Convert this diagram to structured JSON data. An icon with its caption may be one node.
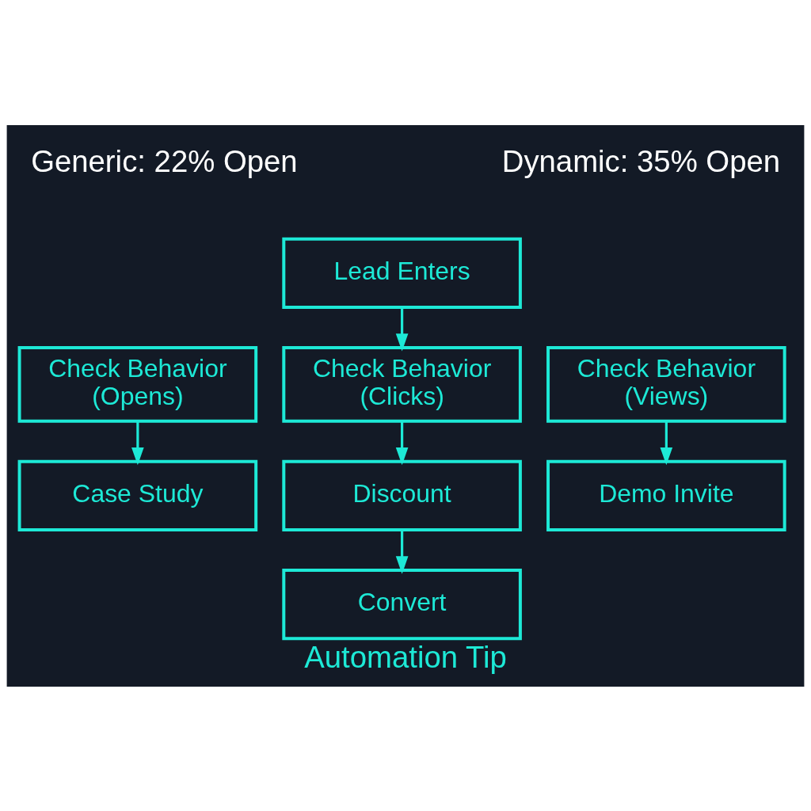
{
  "diagram": {
    "caption": "Automation Tip",
    "nodes": [
      {
        "text": [
          "Lead Enters"
        ]
      },
      {
        "text": [
          "Check Behavior (Opens)"
        ]
      },
      {
        "text": [
          "Check Behavior (Clicks)"
        ]
      },
      {
        "text": [
          "Check Behavior (Views)"
        ]
      },
      {
        "text": [
          "Case Study"
        ]
      },
      {
        "text": [
          "Discount"
        ]
      },
      {
        "text": [
          "Demo Invite"
        ]
      },
      {
        "text": [
          "Convert"
        ]
      }
    ],
    "edges": [
      {
        "from": 0,
        "to": 2,
        "arrow": "to"
      },
      {
        "from": 1,
        "to": 4,
        "arrow": "to"
      },
      {
        "from": 2,
        "to": 5,
        "arrow": "to"
      },
      {
        "from": 3,
        "to": 6,
        "arrow": "to"
      },
      {
        "from": 5,
        "to": 7,
        "arrow": "to"
      }
    ],
    "labels": [
      "Generic: 22% Open",
      "Dynamic: 35% Open"
    ]
  }
}
